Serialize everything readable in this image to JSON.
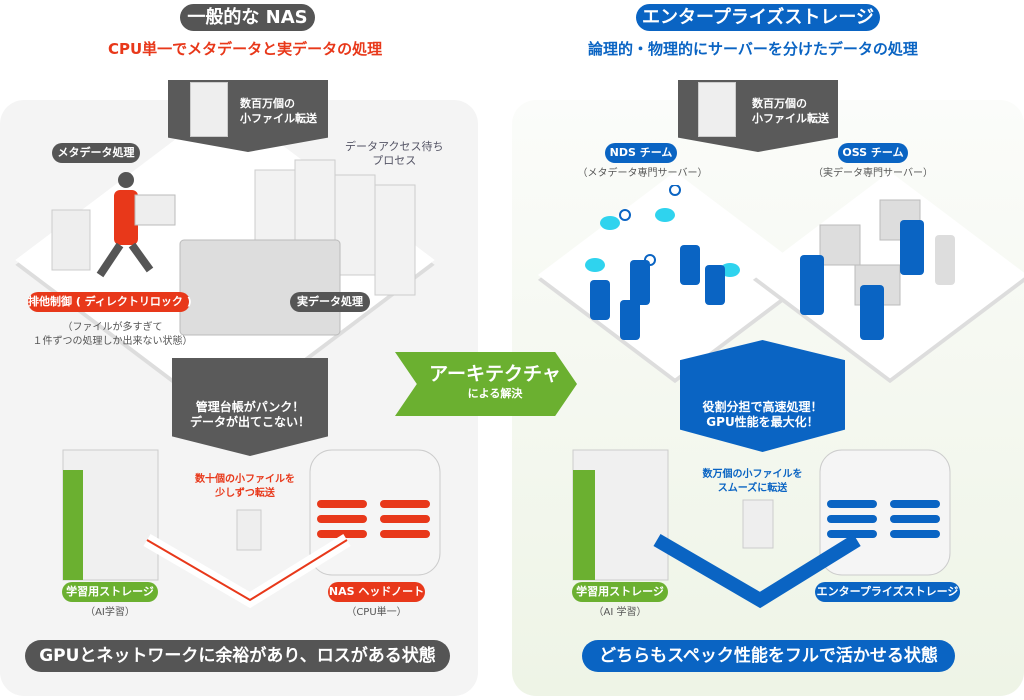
{
  "left": {
    "title": "一般的な NAS",
    "subtitle": "CPU単一でメタデータと実データの処理",
    "transfer_label_1": "数百万個の",
    "transfer_label_2": "小ファイル転送",
    "metadata_tag": "メタデータ処理",
    "waiting_label_1": "データアクセス待ち",
    "waiting_label_2": "プロセス",
    "lock_tag": "排他制御 ( ディレクトリロック )",
    "lock_note_1": "（ファイルが多すぎて",
    "lock_note_2": "１件ずつの処理しか出来ない状態）",
    "realdata_tag": "実データ処理",
    "problem_1": "管理台帳がパンク！",
    "problem_2": "データが出てこない！",
    "flow_1": "数十個の小ファイルを",
    "flow_2": "少しずつ転送",
    "storage_tag": "学習用ストレージ",
    "storage_note": "（AI学習）",
    "head_tag": "NAS ヘッドノート",
    "head_note": "（CPU単一）",
    "summary": "GPUとネットワークに余裕があり、ロスがある状態"
  },
  "center": {
    "label": "アーキテクチャ",
    "sub": "による解決"
  },
  "right": {
    "title": "エンタープライズストレージ",
    "subtitle": "論理的・物理的にサーバーを分けたデータの処理",
    "transfer_label_1": "数百万個の",
    "transfer_label_2": "小ファイル転送",
    "nds_tag": "NDS チーム",
    "nds_note": "（メタデータ専門サーバー）",
    "oss_tag": "OSS チーム",
    "oss_note": "（実データ専門サーバー）",
    "result_1": "役割分担で高速処理！",
    "result_2": "GPU性能を最大化！",
    "flow_1": "数万個の小ファイルを",
    "flow_2": "スムーズに転送",
    "storage_tag": "学習用ストレージ",
    "storage_note": "（AI 学習）",
    "enterprise_tag": "エンタープライズストレージ",
    "summary": "どちらもスペック性能をフルで活かせる状態"
  },
  "colors": {
    "red": "#e8381a",
    "blue": "#0a64c3",
    "green": "#6bb030",
    "gray": "#5a5a5a"
  }
}
